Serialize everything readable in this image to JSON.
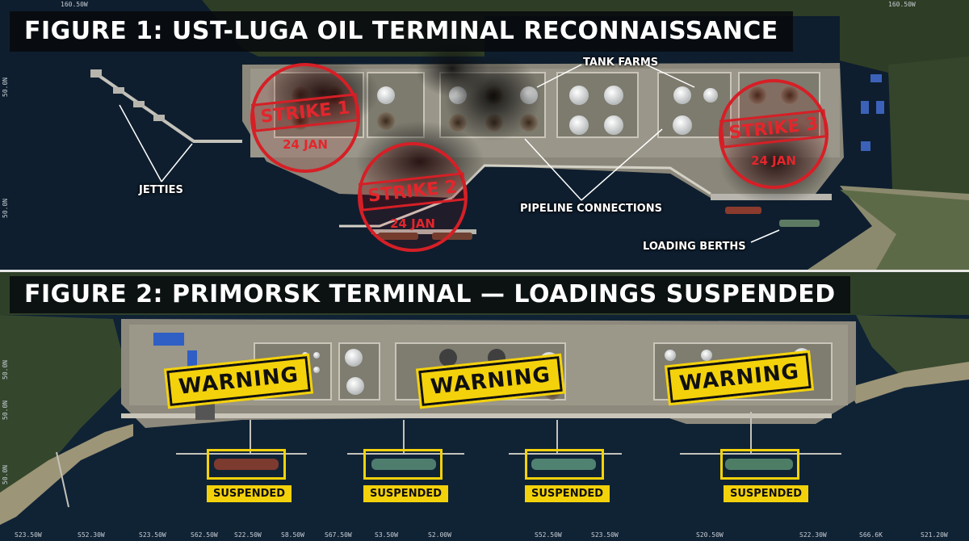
{
  "figure1": {
    "title": "FIGURE 1: UST-LUGA OIL TERMINAL RECONNAISSANCE",
    "labels": {
      "tank_farms": "TANK FARMS",
      "jetties": "JETTIES",
      "pipeline_connections": "PIPELINE CONNECTIONS",
      "loading_berths": "LOADING BERTHS"
    },
    "strikes": [
      {
        "label": "STRIKE 1",
        "date": "24 JAN"
      },
      {
        "label": "STRIKE 2",
        "date": "24 JAN"
      },
      {
        "label": "STRIKE 3",
        "date": "24 JAN"
      }
    ],
    "top_coords": [
      "160.50W",
      "160.50W"
    ],
    "side_coords": [
      "50.0N",
      "50.0N"
    ]
  },
  "figure2": {
    "title": "FIGURE 2: PRIMORSK TERMINAL — LOADINGS SUSPENDED",
    "warnings": [
      "WARNING",
      "WARNING",
      "WARNING"
    ],
    "suspended": [
      "SUSPENDED",
      "SUSPENDED",
      "SUSPENDED",
      "SUSPENDED"
    ],
    "bottom_coords": [
      "S23.50W",
      "S52.30W",
      "S23.50W",
      "S62.50W",
      "S22.50W",
      "S8.50W",
      "S67.50W",
      "S3.50W",
      "S2.00W",
      "S52.50W",
      "S23.50W",
      "S20.50W",
      "S22.30W",
      "S66.6K",
      "S21.20W"
    ],
    "side_coords": [
      "50.0N",
      "50.0N",
      "50.0N"
    ]
  },
  "colors": {
    "strike_red": "#d61f26",
    "warning_yellow": "#f4d20b",
    "water": "#0e1e2e",
    "land": "#4a5a3c"
  }
}
